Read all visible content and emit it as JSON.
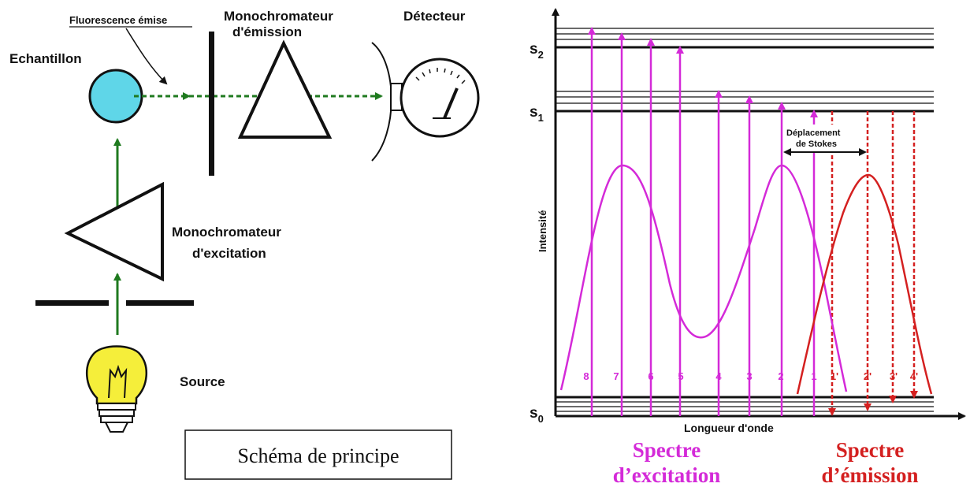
{
  "left_schema": {
    "fluorescence_label": "Fluorescence émise",
    "monochromator_emission_line1": "Monochromateur",
    "monochromator_emission_line2": "d'émission",
    "detector_label": "Détecteur",
    "sample_label": "Echantillon",
    "monochromator_excitation_line1": "Monochromateur",
    "monochromator_excitation_line2": "d'excitation",
    "source_label": "Source",
    "caption": "Schéma de principe"
  },
  "right_diagram": {
    "level_s2": "s",
    "level_s2_sub": "2",
    "level_s1": "s",
    "level_s1_sub": "1",
    "level_s0": "s",
    "level_s0_sub": "0",
    "y_axis_label": "Intensité",
    "x_axis_label": "Longueur d'onde",
    "stokes_line1": "Déplacement",
    "stokes_line2": "de Stokes",
    "excitation_lines": [
      "8",
      "7",
      "6",
      "5",
      "4",
      "3",
      "2",
      "1"
    ],
    "emission_lines": [
      "1'",
      "2'",
      "3'",
      "4'"
    ],
    "excitation_title_line1": "Spectre",
    "excitation_title_line2": "d’excitation",
    "emission_title_line1": "Spectre",
    "emission_title_line2": "d’émission"
  },
  "colors": {
    "excitation": "#d42ad8",
    "emission": "#d42020",
    "beam": "#1f7a1f",
    "sample": "#5fd6e8",
    "bulb": "#f5ee3a"
  }
}
